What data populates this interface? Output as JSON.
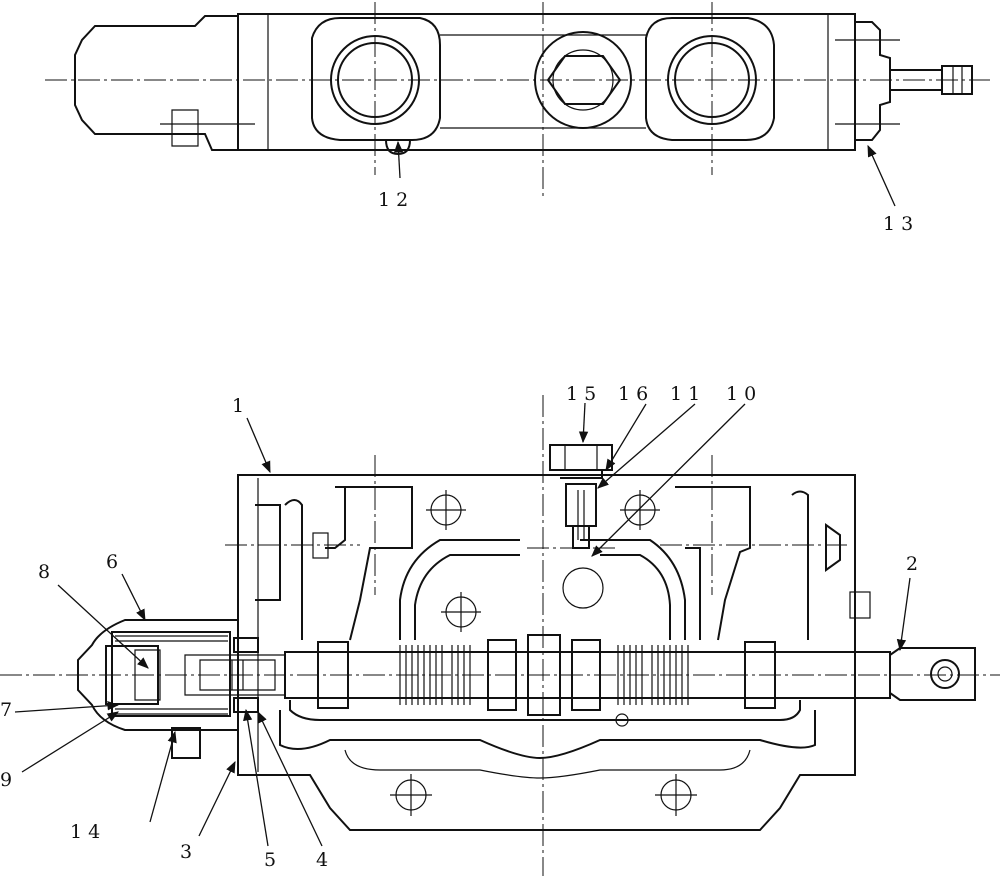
{
  "callouts": {
    "c1": "1",
    "c2": "2",
    "c3": "3",
    "c4": "4",
    "c5": "5",
    "c6": "6",
    "c7": "7",
    "c8": "8",
    "c9": "9",
    "c10": "1 0",
    "c11": "1 1",
    "c12": "1 2",
    "c13": "1 3",
    "c14": "1 4",
    "c15": "1 5",
    "c16": "1 6"
  }
}
